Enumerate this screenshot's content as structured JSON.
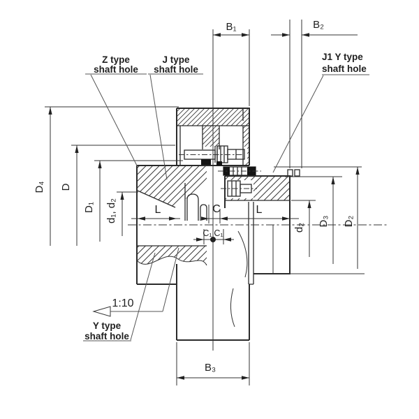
{
  "dims": {
    "b1": "B₁",
    "b2": "B₂",
    "b3": "B₃",
    "d4": "D₄",
    "d_big": "D",
    "d1_big": "D₁",
    "d1_d2_small": "d₁, d₂",
    "d2_small": "d₂",
    "d3_big": "D₃",
    "d2_big": "D₂",
    "l_left": "L",
    "c_mid": "C",
    "l_right": "L",
    "c1_left": "C₁",
    "c1_right": "C₁",
    "taper_ratio": "1:10"
  },
  "callouts": {
    "z_type": {
      "line1": "Z type",
      "line2": "shaft hole"
    },
    "j_type": {
      "line1": "J type",
      "line2": "shaft hole"
    },
    "j1_y_type": {
      "line1": "J1 Y type",
      "line2": "shaft hole"
    },
    "y_type": {
      "line1": "Y type",
      "line2": "shaft hole"
    }
  },
  "colors": {
    "line": "#2b2b2b",
    "background": "#ffffff"
  }
}
